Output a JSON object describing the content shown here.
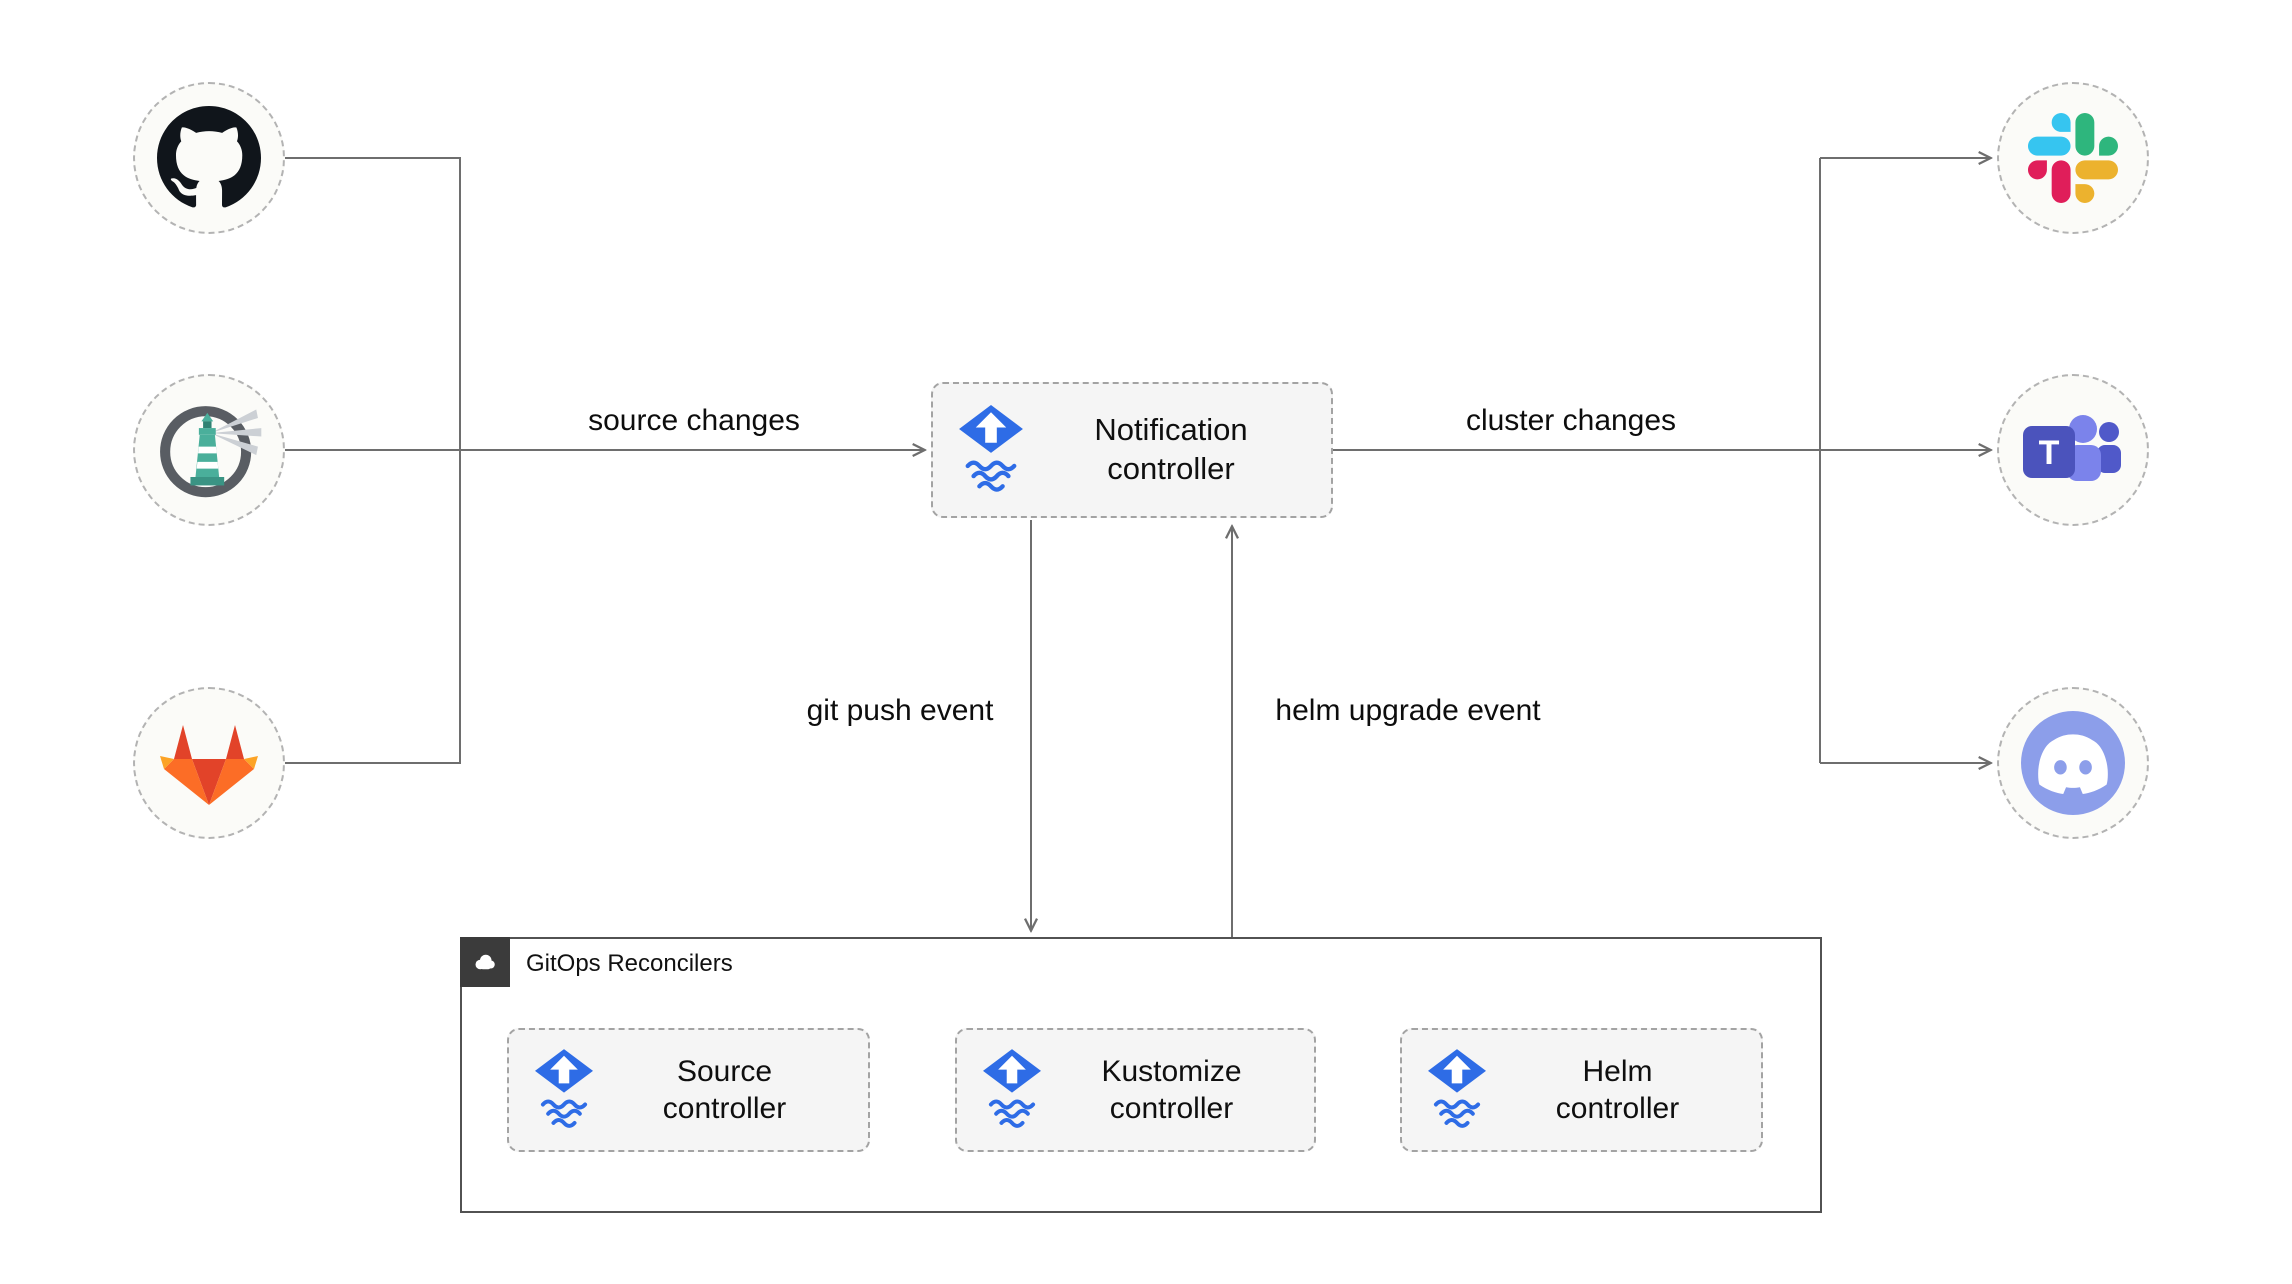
{
  "diagram": {
    "type": "flux-notification-controller-architecture",
    "edge_labels": {
      "source_changes": "source changes",
      "cluster_changes": "cluster changes",
      "git_push_event": "git push event",
      "helm_upgrade_event": "helm upgrade event"
    },
    "notification_controller": {
      "label": "Notification controller",
      "icon": "flux-icon"
    },
    "sources": [
      {
        "name": "github",
        "icon": "github-icon"
      },
      {
        "name": "harbor",
        "icon": "harbor-icon"
      },
      {
        "name": "gitlab",
        "icon": "gitlab-icon"
      }
    ],
    "targets": [
      {
        "name": "slack",
        "icon": "slack-icon"
      },
      {
        "name": "microsoft-teams",
        "icon": "teams-icon"
      },
      {
        "name": "discord",
        "icon": "discord-icon"
      }
    ],
    "gitops_reconcilers": {
      "title": "GitOps Reconcilers",
      "icon": "cloud-icon",
      "controllers": [
        {
          "label": "Source controller",
          "icon": "flux-icon"
        },
        {
          "label": "Kustomize controller",
          "icon": "flux-icon"
        },
        {
          "label": "Helm controller",
          "icon": "flux-icon"
        }
      ]
    },
    "colors": {
      "flux_blue": "#2e6ce6",
      "connector": "#6e6e6e",
      "node_fill": "#fbfbf8",
      "box_fill": "#f5f5f5",
      "github_black": "#10151b",
      "gitlab_red": "#e24329",
      "gitlab_orange": "#fc6d26",
      "gitlab_yellow": "#fca326",
      "slack_blue": "#36C5F0",
      "slack_green": "#2EB67D",
      "slack_yellow": "#ECB22E",
      "slack_red": "#E01E5A",
      "teams_purple": "#4B53BC",
      "teams_light_purple": "#7B83EB",
      "discord_blurple": "#8C9EEA",
      "harbor_teal": "#4AAF9B"
    }
  }
}
